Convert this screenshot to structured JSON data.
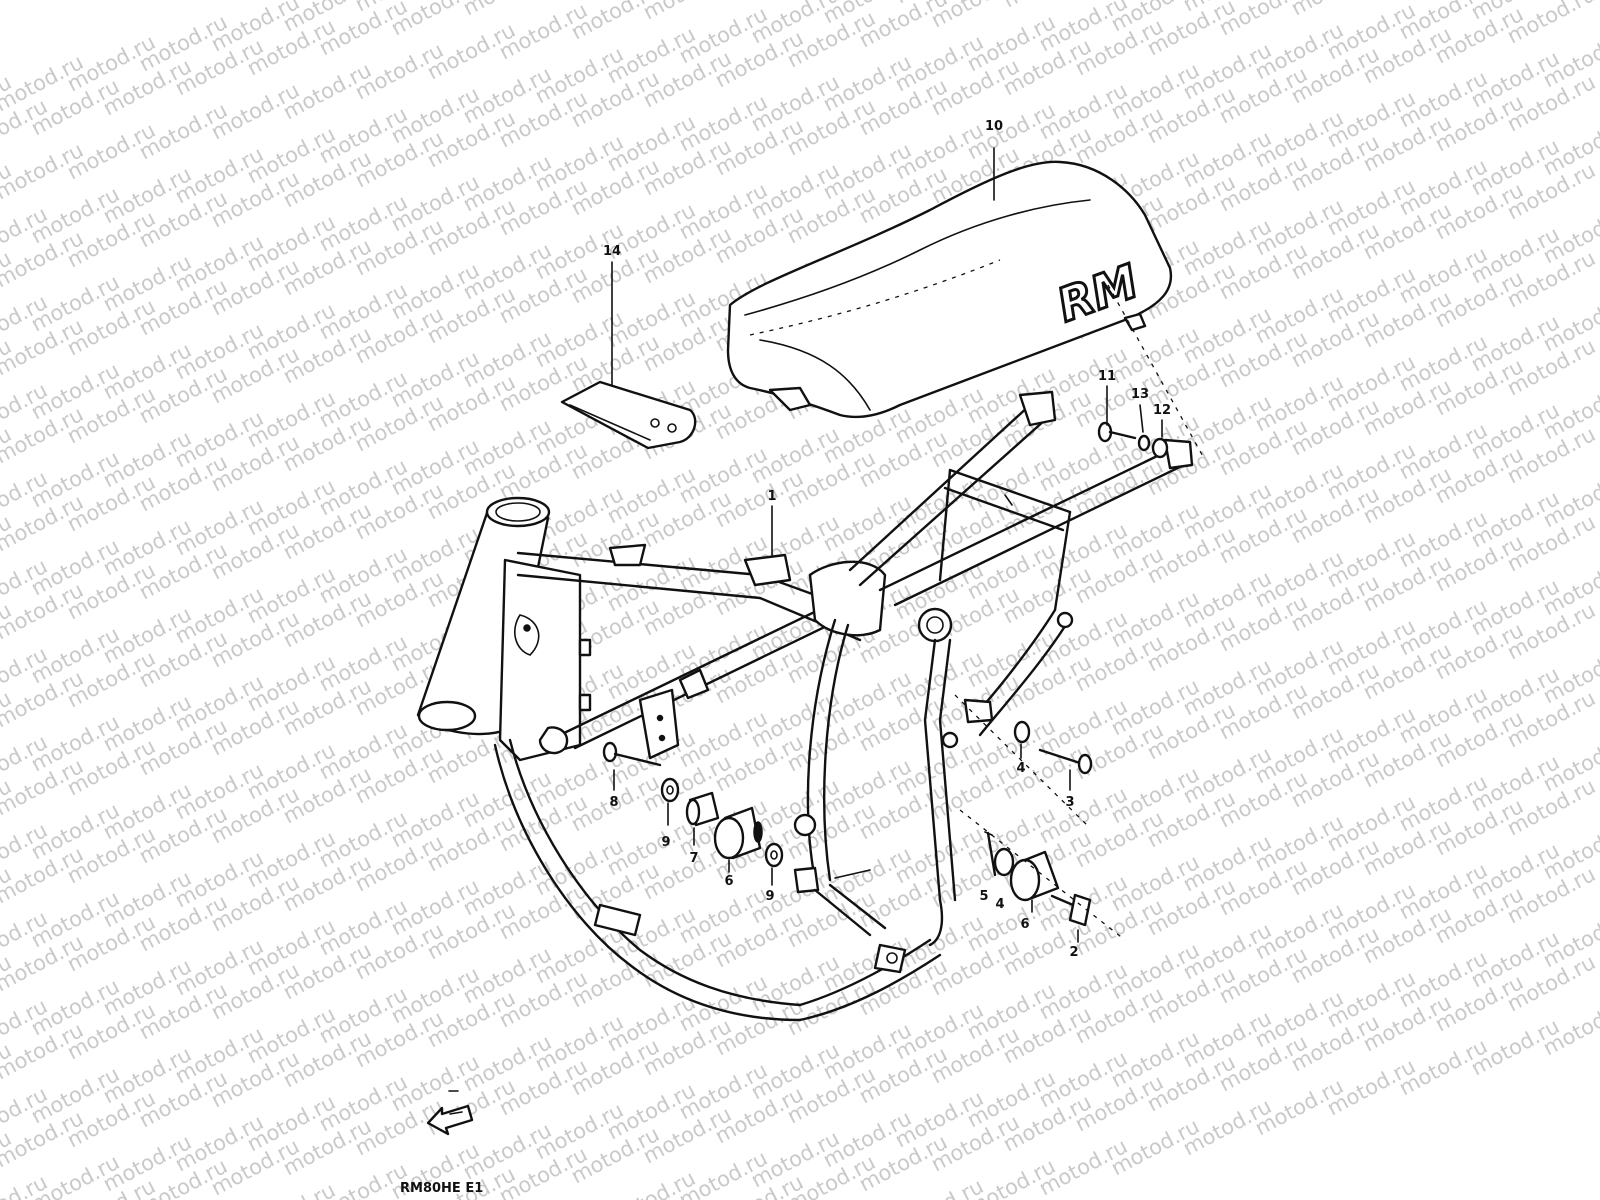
{
  "watermark": "motod.ru",
  "diagram_code": "RM80HE E1",
  "seat_emblem": "RM",
  "callouts": [
    {
      "id": "1",
      "label": "1"
    },
    {
      "id": "2",
      "label": "2"
    },
    {
      "id": "3",
      "label": "3"
    },
    {
      "id": "4a",
      "label": "4"
    },
    {
      "id": "4b",
      "label": "4"
    },
    {
      "id": "5",
      "label": "5"
    },
    {
      "id": "6a",
      "label": "6"
    },
    {
      "id": "6b",
      "label": "6"
    },
    {
      "id": "7",
      "label": "7"
    },
    {
      "id": "8",
      "label": "8"
    },
    {
      "id": "9a",
      "label": "9"
    },
    {
      "id": "9b",
      "label": "9"
    },
    {
      "id": "10",
      "label": "10"
    },
    {
      "id": "11",
      "label": "11"
    },
    {
      "id": "12",
      "label": "12"
    },
    {
      "id": "13",
      "label": "13"
    },
    {
      "id": "14",
      "label": "14"
    }
  ],
  "front_arrow_icon": "front-direction-arrow-icon"
}
